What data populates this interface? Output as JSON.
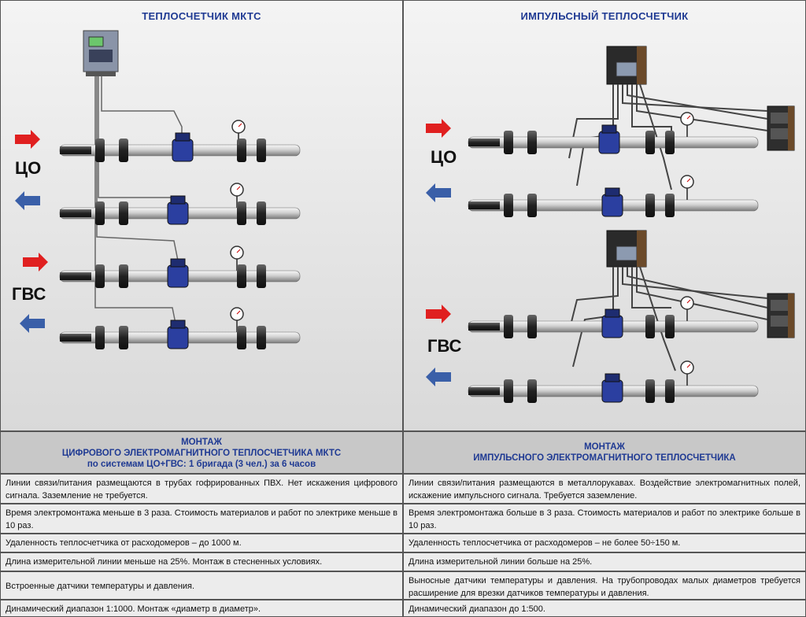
{
  "left_panel": {
    "title": "ТЕПЛОСЧЕТЧИК МКТС",
    "label_co": "ЦО",
    "label_gvs": "ГВС"
  },
  "right_panel": {
    "title": "ИМПУЛЬСНЫЙ ТЕПЛОСЧЕТЧИК",
    "label_co": "ЦО",
    "label_gvs": "ГВС"
  },
  "colors": {
    "title": "#1f3a93",
    "arrow_supply": "#e02020",
    "arrow_return": "#3a5fa8",
    "flowmeter": "#2b3fa0"
  },
  "table": {
    "left_header": {
      "line1": "МОНТАЖ",
      "line2": "ЦИФРОВОГО ЭЛЕКТРОМАГНИТНОГО ТЕПЛОСЧЕТЧИКА МКТС",
      "line3": "по системам ЦО+ГВС: 1 бригада (3 чел.) за 6 часов"
    },
    "right_header": {
      "line1": "МОНТАЖ",
      "line2": "ИМПУЛЬСНОГО ЭЛЕКТРОМАГНИТНОГО ТЕПЛОСЧЕТЧИКА"
    },
    "rows": [
      {
        "left": "Линии связи/питания размещаются в трубах гофрированных ПВХ. Нет искажения цифрового сигнала. Заземление не требуется.",
        "right": "Линии связи/питания размещаются в металлорукавах. Воздействие электромагнитных полей, искажение импульсного сигнала. Требуется заземление."
      },
      {
        "left": "Время электромонтажа меньше в 3 раза. Стоимость материалов и работ по электрике меньше в 10 раз.",
        "right": "Время электромонтажа больше в 3 раза. Стоимость материалов и работ по электрике больше в 10 раз."
      },
      {
        "left": "Удаленность теплосчетчика от расходомеров – до 1000 м.",
        "right": "Удаленность теплосчетчика от расходомеров – не более 50÷150 м."
      },
      {
        "left": "Длина измерительной линии меньше на 25%. Монтаж в стесненных условиях.",
        "right": "Длина измерительной линии больше на 25%."
      },
      {
        "left": "Встроенные датчики температуры и давления.",
        "right": "Выносные датчики температуры и давления. На трубопроводах малых диаметров требуется расширение для врезки датчиков температуры и давления."
      },
      {
        "left": "Динамический диапазон 1:1000. Монтаж «диаметр в диаметр».",
        "right": "Динамический диапазон до 1:500."
      }
    ]
  }
}
